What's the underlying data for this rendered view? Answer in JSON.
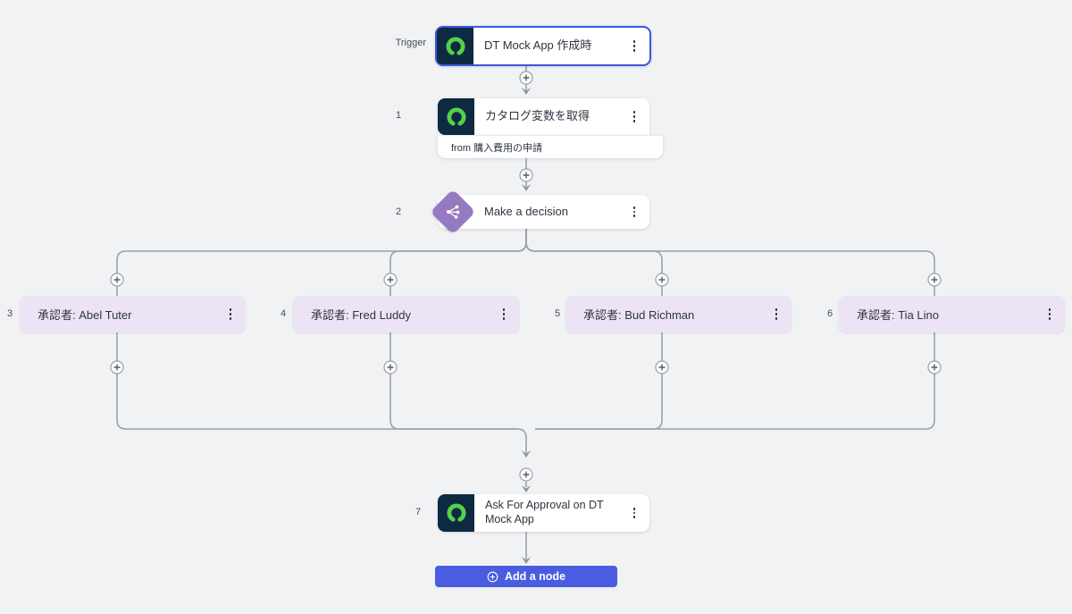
{
  "canvas": {
    "background_color": "#f1f2f4",
    "wire_color": "#9aa0a8"
  },
  "colors": {
    "selected_border_blue": "#3c55dd",
    "node_icon_navy": "#0d2a42",
    "logo_green": "#56d147",
    "decision_purple": "#9579c1",
    "branch_node_lavender": "#ece4f4",
    "add_button_blue": "#4a5de0"
  },
  "icons": {
    "app_logo": "servicenow-logo-icon",
    "decision": "decision-branch-icon",
    "menu": "kebab-menu-icon",
    "inline_add": "plus-icon",
    "add_button": "plus-circle-icon"
  },
  "trigger": {
    "side_label": "Trigger",
    "title": "DT Mock App 作成時"
  },
  "nodes": [
    {
      "num": "1",
      "title": "カタログ変数を取得",
      "subtitle": "from 購入費用の申請"
    },
    {
      "num": "2",
      "title": "Make a decision"
    },
    {
      "num": "3",
      "title": "承認者: Abel Tuter"
    },
    {
      "num": "4",
      "title": "承認者: Fred Luddy"
    },
    {
      "num": "5",
      "title": "承認者: Bud Richman"
    },
    {
      "num": "6",
      "title": "承認者: Tia Lino"
    },
    {
      "num": "7",
      "title": "Ask For Approval on DT Mock App"
    }
  ],
  "add_button": {
    "label": "Add a node"
  }
}
